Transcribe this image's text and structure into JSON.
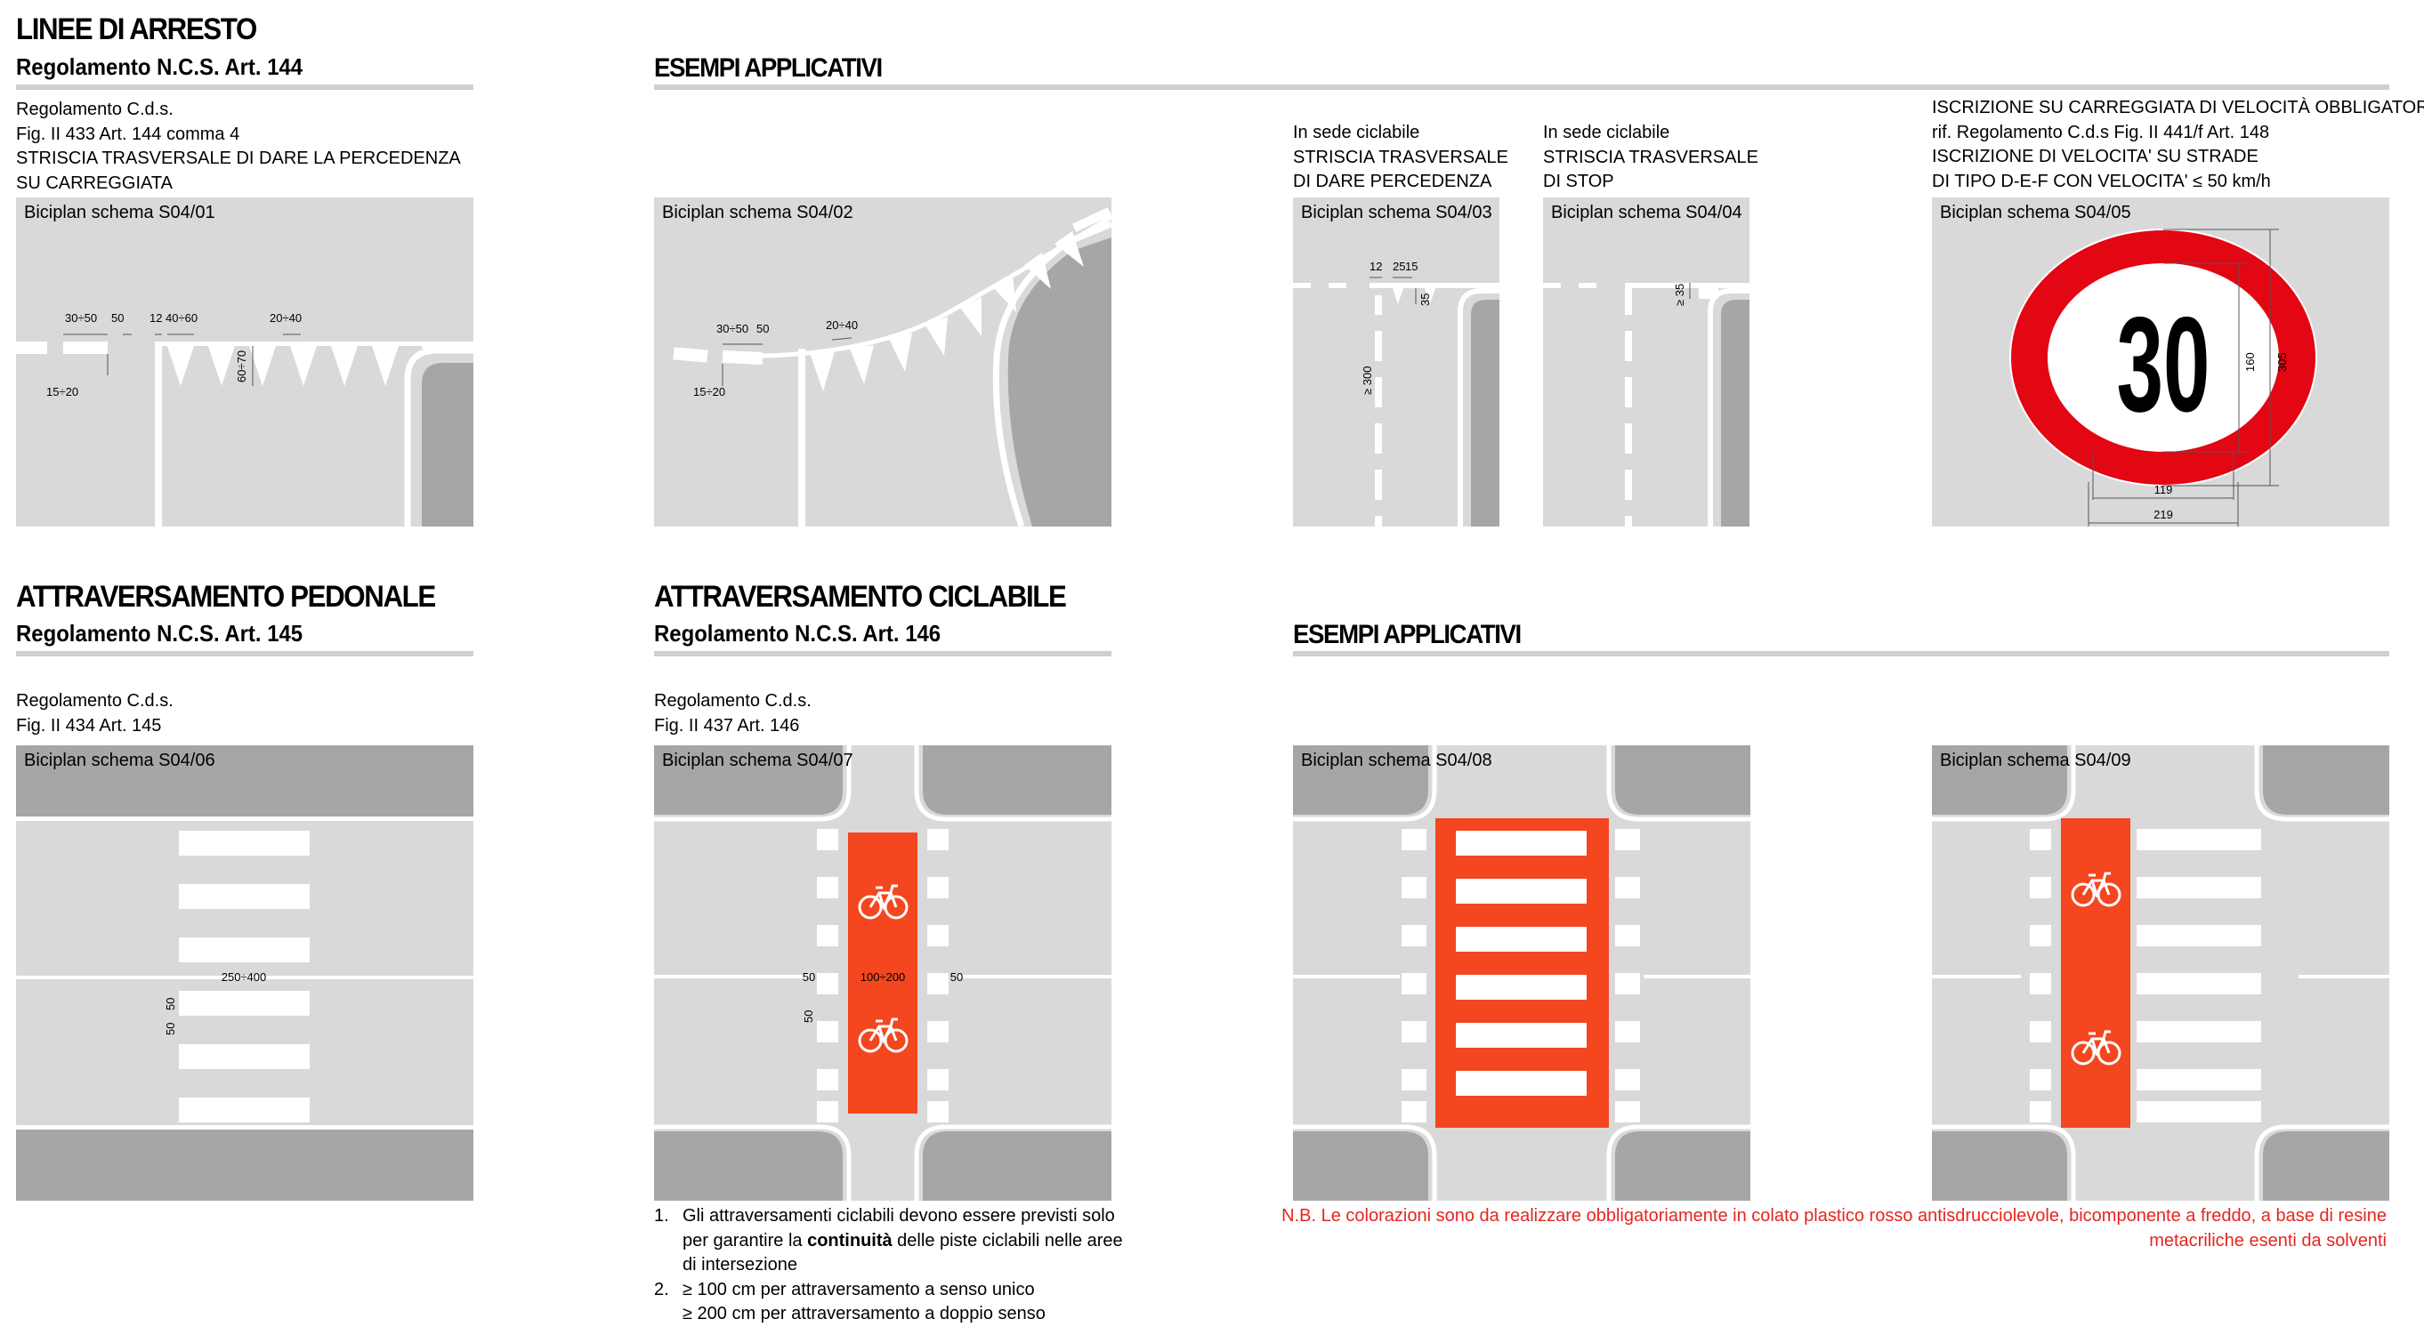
{
  "stop_lines": {
    "title": "LINEE DI ARRESTO",
    "subtitle": "Regolamento N.C.S. Art. 144",
    "notes": [
      "Regolamento C.d.s.",
      "Fig. II 433 Art. 144 comma 4",
      "STRISCIA TRASVERSALE DI DARE LA PERCEDENZA",
      "SU CARREGGIATA"
    ]
  },
  "examples_top": {
    "title": "ESEMPI APPLICATIVI"
  },
  "examples_bottom": {
    "title": "ESEMPI APPLICATIVI"
  },
  "pedestrian": {
    "title": "ATTRAVERSAMENTO PEDONALE",
    "subtitle": "Regolamento N.C.S. Art. 145",
    "notes": [
      "Regolamento C.d.s.",
      "Fig. II 434 Art. 145"
    ]
  },
  "cycle": {
    "title": "ATTRAVERSAMENTO CICLABILE",
    "subtitle": "Regolamento N.C.S. Art. 146",
    "notes": [
      "Regolamento C.d.s.",
      "Fig. II 437 Art. 146"
    ]
  },
  "s03_notes": [
    "In sede ciclabile",
    "STRISCIA TRASVERSALE",
    "DI DARE PERCEDENZA"
  ],
  "s04_notes": [
    "In sede ciclabile",
    "STRISCIA TRASVERSALE",
    "DI STOP"
  ],
  "s05_notes": [
    "ISCRIZIONE SU CARREGGIATA DI VELOCITÀ OBBLIGATORIA",
    "rif. Regolamento C.d.s Fig. II 441/f Art. 148",
    "ISCRIZIONE DI VELOCITA' SU STRADE",
    "DI TIPO D-E-F CON VELOCITA'  ≤ 50 km/h"
  ],
  "panels": {
    "s01": {
      "label": "Biciplan schema S04/01",
      "dims": [
        "30÷50",
        "50",
        "12",
        "40÷60",
        "20÷40",
        "60÷70",
        "15÷20"
      ]
    },
    "s02": {
      "label": "Biciplan schema S04/02",
      "dims": [
        "30÷50",
        "50",
        "20÷40",
        "15÷20"
      ]
    },
    "s03": {
      "label": "Biciplan schema S04/03",
      "dims": [
        "12",
        "25",
        "15",
        "35",
        "≥ 300"
      ]
    },
    "s04": {
      "label": "Biciplan schema S04/04",
      "dims": [
        "≥ 35"
      ]
    },
    "s05": {
      "label": "Biciplan schema S04/05",
      "speed": "30",
      "dims": [
        "160",
        "305",
        "119",
        "219"
      ]
    },
    "s06": {
      "label": "Biciplan schema S04/06",
      "dims": [
        "250÷400",
        "50",
        "50"
      ]
    },
    "s07": {
      "label": "Biciplan schema S04/07",
      "dims": [
        "50",
        "100÷200",
        "50",
        "50"
      ]
    },
    "s08": {
      "label": "Biciplan schema S04/08"
    },
    "s09": {
      "label": "Biciplan schema S04/09"
    }
  },
  "footnotes": {
    "item1_num": "1.",
    "item1_line1": "Gli attraversamenti ciclabili devono essere previsti solo",
    "item1_line2_pre": "per garantire la ",
    "item1_line2_bold": "continuità",
    "item1_line2_post": " delle piste ciclabili nelle aree",
    "item1_line3": "di intersezione",
    "item2_num": "2.",
    "item2_line1": "≥ 100 cm per attraversamento a senso unico",
    "item2_line2": "≥ 200 cm per attraversamento a doppio senso"
  },
  "nb": {
    "line1": "N.B. Le colorazioni sono da realizzare obbligatoriamente in colato plastico rosso antisdrucciolevole, bicomponente a freddo, a base di resine",
    "line2": "metacriliche esenti da solventi"
  },
  "colors": {
    "road": "#d9d9d9",
    "sidewalk": "#a6a6a6",
    "marking": "#ffffff",
    "red": "#f4461f",
    "sign_red": "#e30613",
    "note_red": "#e52521"
  }
}
